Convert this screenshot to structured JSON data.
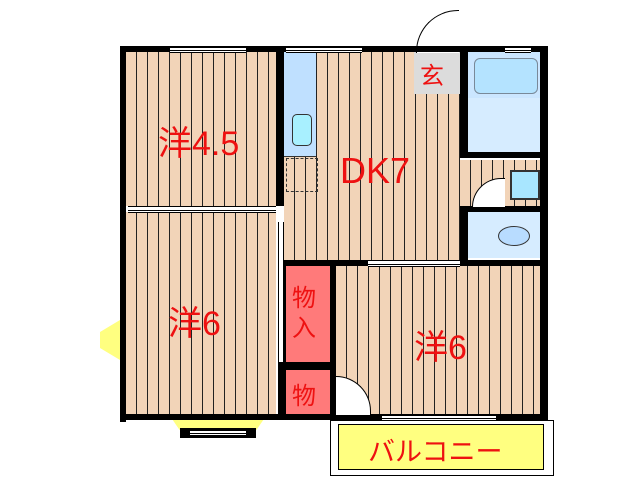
{
  "floor_plan": {
    "rooms": [
      {
        "id": "western-1",
        "label": "洋4.5"
      },
      {
        "id": "western-2",
        "label": "洋6"
      },
      {
        "id": "dining-kitchen",
        "label": "DK7"
      },
      {
        "id": "western-3",
        "label": "洋6"
      },
      {
        "id": "entrance",
        "label": "玄"
      },
      {
        "id": "closet-large",
        "label_top": "物",
        "label_bottom": "入"
      },
      {
        "id": "closet-small",
        "label": "物"
      },
      {
        "id": "balcony",
        "label": "バルコニー"
      }
    ],
    "colors": {
      "floor": "#f2d4b8",
      "label": "#ee1111",
      "closet": "#ff7a7a",
      "balcony": "#ffff80",
      "wet_area": "#d6ecff",
      "entrance": "#dcdcdc"
    }
  }
}
